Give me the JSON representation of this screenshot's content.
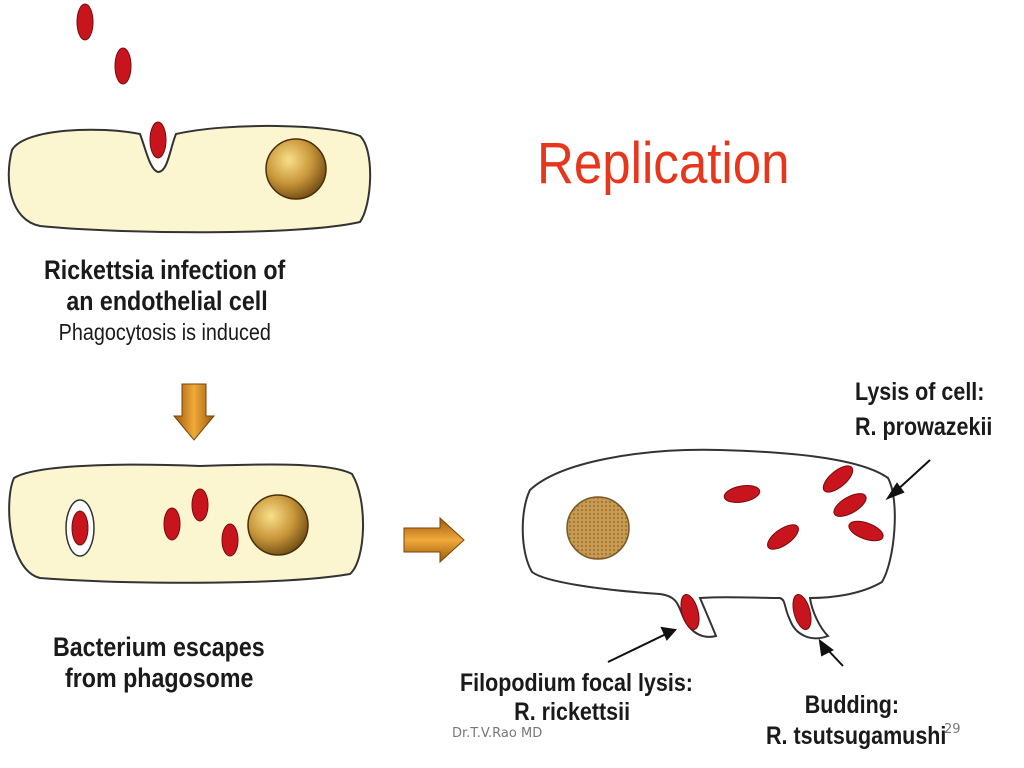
{
  "title": "Replication",
  "step1": {
    "line1": "Rickettsia infection of",
    "line2": "an endothelial cell",
    "line3": "Phagocytosis is induced"
  },
  "step2": {
    "line1": "Bacterium escapes",
    "line2": "from phagosome"
  },
  "outcomes": {
    "lysis": {
      "line1": "Lysis of cell:",
      "line2": "R. prowazekii"
    },
    "filopodium": {
      "line1": "Filopodium focal lysis:",
      "line2": "R. rickettsii"
    },
    "budding": {
      "line1": "Budding:",
      "line2": "R. tsutsugamushi"
    }
  },
  "footer": {
    "author": "Dr.T.V.Rao MD",
    "slide_number": "29"
  },
  "colors": {
    "title": "#e8361c",
    "cell_fill": "#fbf6cf",
    "bacterium": "#c8141c",
    "arrow": "#d98a1e"
  }
}
